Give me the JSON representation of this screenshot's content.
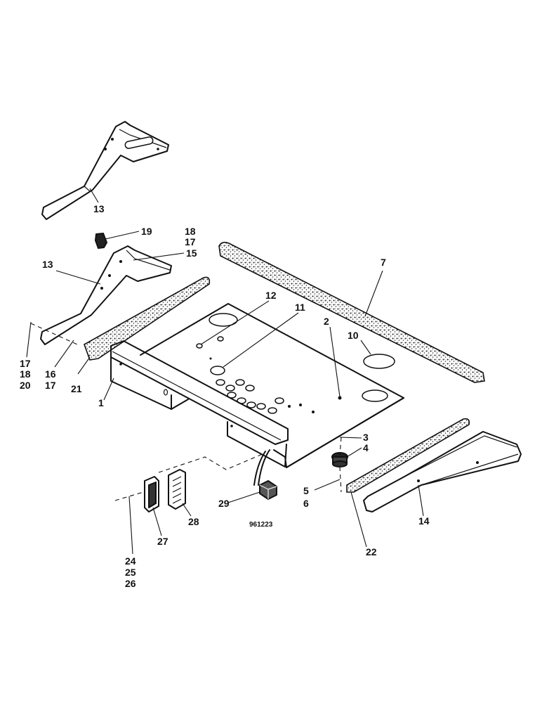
{
  "labels": {
    "c13a": "13",
    "c19": "19",
    "c18a": "18",
    "c17a": "17",
    "c15": "15",
    "c13b": "13",
    "c7": "7",
    "c12": "12",
    "c11": "11",
    "c2": "2",
    "c10": "10",
    "c17b": "17",
    "c18b": "18",
    "c20": "20",
    "c16": "16",
    "c17c": "17",
    "c21": "21",
    "c1": "1",
    "c3": "3",
    "c4": "4",
    "c5": "5",
    "c6": "6",
    "c14": "14",
    "c29": "29",
    "c28": "28",
    "c27": "27",
    "c22": "22",
    "c24": "24",
    "c25": "25",
    "c26": "26"
  },
  "reference_number": "961223"
}
